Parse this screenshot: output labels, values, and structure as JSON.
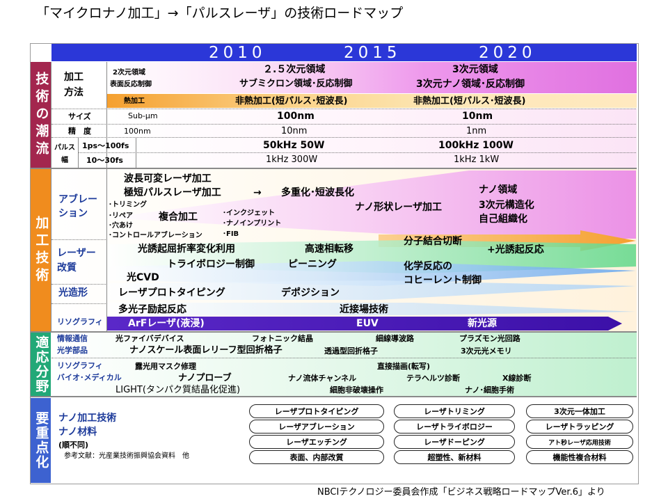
{
  "title": "「マイクロナノ加工」→「パルスレーザ」の技術ロードマップ",
  "years": [
    "2010",
    "2015",
    "2020"
  ],
  "sections": {
    "trend": "技術の潮流",
    "processing": "加工技術",
    "application": "適応分野",
    "priority": "要重点化"
  },
  "trend": {
    "method_label": [
      "加工",
      "方法"
    ],
    "method_2010": [
      "2次元領域",
      "表面反応制御"
    ],
    "method_2015": [
      "２.５次元領域",
      "サブミクロン領域･反応制御"
    ],
    "method_2020": [
      "3次元領域",
      "3次元ナノ領域･反応制御"
    ],
    "thermal_2010": "熱加工",
    "thermal_2015": "非熱加工(短パルス･短波長)",
    "thermal_2020": "非熱加工(短パルス･短波長)",
    "size_label": "サイズ",
    "size": [
      "Sub-μm",
      "100nm",
      "10nm"
    ],
    "precision_label": "精　度",
    "precision": [
      "100nm",
      "10nm",
      "1nm"
    ],
    "pulse_label": [
      "パルス",
      "幅"
    ],
    "pulse": [
      "1ps～100fs",
      "10～30fs"
    ],
    "pulse_row1": [
      "50kHz 50W",
      "100kHz 100W"
    ],
    "pulse_row2": [
      "1kHz 300W",
      "1kHz 1kW"
    ]
  },
  "processing": {
    "ablation_label": [
      "アブレー",
      "ション"
    ],
    "ablation_list": [
      "･トリミング",
      "･リペア",
      "･穴あけ",
      "･コントロールアブレーション"
    ],
    "ablation_title1": "波長可変レーザ加工",
    "ablation_title2": "極短パルスレーザ加工",
    "arrow": "→",
    "multiplex": "多重化･短波長化",
    "compound": "複合加工",
    "compound_list": [
      "･インクジェット",
      "･ナノインプリント",
      "･FIB"
    ],
    "nano_shape": "ナノ形状レーザ加工",
    "nano_region": [
      "ナノ領域",
      "3次元構造化",
      "自己組織化"
    ],
    "laser_mod_label": [
      "レーザー",
      "改質"
    ],
    "molecular": "分子結合切断",
    "photo_excited": "+光誘起反応",
    "refractive": "光誘起屈折率変化利用",
    "phase_transition": "高速相転移",
    "tribology": "トライボロジー制御",
    "peening": "ピーニング",
    "chem": [
      "化学反応の",
      "コヒーレント制御"
    ],
    "cvd": "光CVD",
    "photo_form_label": "光造形",
    "rapid_proto": "レーザプロトタイピング",
    "deposition": "デポジション",
    "litho_label": "リソグラフィ",
    "multiphoton": "多光子励起反応",
    "near_field": "近接場技術",
    "litho_bar": [
      "ArFレーザ(液浸)",
      "EUV",
      "新光源"
    ]
  },
  "application": {
    "labels": [
      "情報通信",
      "光学部品",
      "リソグラフィ",
      "バイオ･メディカル"
    ],
    "items": [
      "光ファイバデバイス",
      "フォトニック結晶",
      "細線導波路",
      "プラズモン光回路",
      "ナノスケール表面レリーフ型回折格子",
      "透過型回折格子",
      "3次元光メモリ",
      "露光用マスク修理",
      "直接描画(転写)",
      "ナノプローブ",
      "ナノ流体チャンネル",
      "テラヘルツ診断",
      "X線診断",
      "LIGHT(タンパク質結晶化促進)",
      "細胞非破壊操作",
      "ナノ･細胞手術"
    ]
  },
  "priority": {
    "left": [
      "ナノ加工技術",
      "ナノ材料",
      "(順不同)",
      "参考文献：光産業技術振興協会資料　他"
    ],
    "pills": [
      "レーザプロトタイピング",
      "レーザトリミング",
      "3次元一体加工",
      "レーザアブレーション",
      "レーザトライボロジー",
      "レーザトラッピング",
      "レーザエッチング",
      "レーザドーピング",
      "アト秒レーザ応用技術",
      "表面、内部改質",
      "超塑性、新材料",
      "機能性複合材料"
    ]
  },
  "source": "NBCIテクノロジー委員会作成「ビジネス戦略ロードマップVer.6」より",
  "colors": {
    "year_bar": "#2b37d8",
    "trend_label": "#a3264e",
    "process_label": "#f08c1e",
    "apply_label": "#22a877",
    "priority_label": "#3d62d0",
    "magenta": "#e880e8",
    "orange": "#f5a030",
    "green": "#60d888",
    "blue": "#5aa0f0",
    "litho_bar": "#4a18b8"
  }
}
